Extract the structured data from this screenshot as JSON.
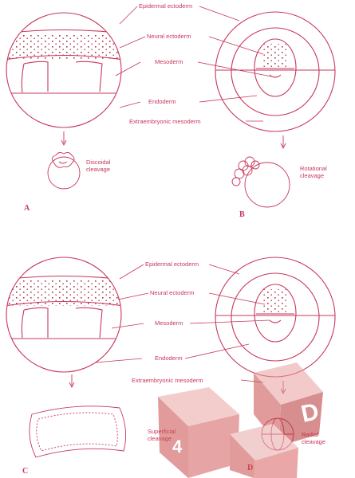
{
  "figure": {
    "colors": {
      "ink": "#c8375c",
      "dots": "#a8324e",
      "watermark": "#c0392b"
    },
    "upper": {
      "labels": {
        "ectoderm": "Epidermal ectoderm",
        "neural": "Neural ectoderm",
        "mesoderm": "Mesoderm",
        "endoderm": "Endoderm",
        "extraembryonic": "Extraembryonic mesoderm"
      },
      "panel_a": {
        "letter": "A",
        "cleavage": [
          "Discoidal",
          "cleavage"
        ]
      },
      "panel_b": {
        "letter": "B",
        "cleavage": [
          "Rotational",
          "cleavage"
        ]
      }
    },
    "lower": {
      "labels": {
        "ectoderm": "Epidermal ectoderm",
        "neural": "Neural ectoderm",
        "mesoderm": "Mesoderm",
        "endoderm": "Endoderm",
        "extraembryonic": "Extraembryonic mesoderm"
      },
      "panel_c": {
        "letter": "C",
        "cleavage": [
          "Superficial",
          "cleavage"
        ]
      },
      "panel_d": {
        "letter": "D",
        "cleavage": [
          "Radial",
          "cleavage"
        ]
      }
    },
    "watermark": {
      "die_faces": [
        "D",
        "4"
      ],
      "icon": "dice-icon"
    }
  }
}
